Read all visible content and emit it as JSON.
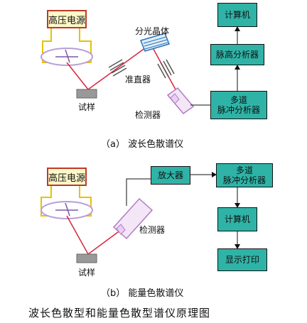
{
  "top": {
    "power_supply": "高压电源",
    "crystal": "分光晶体",
    "collimator": "准直器",
    "sample": "试样",
    "detector": "检测器",
    "computer": "计算机",
    "pulse_height": "脉高分析器",
    "mca_line1": "多道",
    "mca_line2": "脉冲分析器",
    "caption": "（a） 波长色散谱仪"
  },
  "bottom": {
    "power_supply": "高压电源",
    "amplifier": "放大器",
    "mca_line1": "多道",
    "mca_line2": "脉冲分析器",
    "detector": "检测器",
    "sample": "试样",
    "computer": "计算机",
    "display_print": "显示打印",
    "caption": "（b） 能量色散谱仪"
  },
  "figure_title": "波长色散型和能量色散型谱仪原理图",
  "colors": {
    "beam": "#d7263d",
    "tube": "#b89fd6",
    "filament": "#e6c200",
    "teal": "#2fb3a7",
    "supply_fill": "#fdf8c8",
    "supply_border": "#c0392b"
  }
}
